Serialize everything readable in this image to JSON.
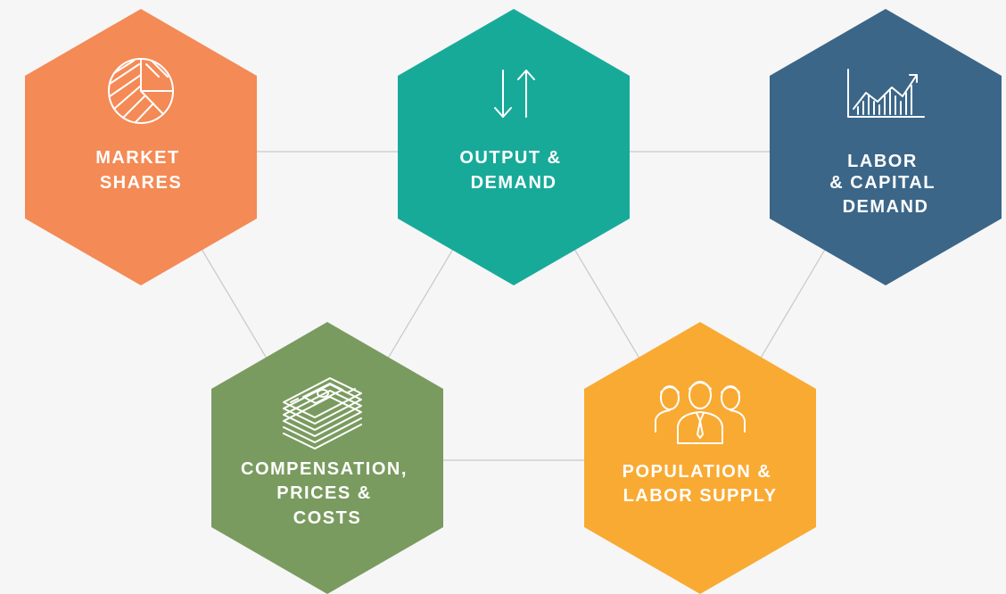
{
  "colors": {
    "background": "#f6f6f6",
    "connector": "#c8c8c8",
    "market_shares": "#f48a55",
    "output_demand": "#18aa99",
    "labor_capital": "#3b6688",
    "compensation": "#7a9b5f",
    "population": "#f9aa33",
    "label_text": "#ffffff"
  },
  "nodes": {
    "market_shares": {
      "icon": "pie-chart-icon",
      "label": [
        "MARKET",
        "SHARES"
      ]
    },
    "output_demand": {
      "icon": "up-down-arrows-icon",
      "label": [
        "OUTPUT &",
        "DEMAND"
      ]
    },
    "labor_capital": {
      "icon": "bar-line-chart-icon",
      "label": [
        "LABOR",
        "& CAPITAL",
        "DEMAND"
      ]
    },
    "compensation": {
      "icon": "money-stack-icon",
      "label": [
        "COMPENSATION,",
        "PRICES &",
        "COSTS"
      ]
    },
    "population": {
      "icon": "people-group-icon",
      "label": [
        "POPULATION &",
        "LABOR SUPPLY"
      ]
    }
  }
}
